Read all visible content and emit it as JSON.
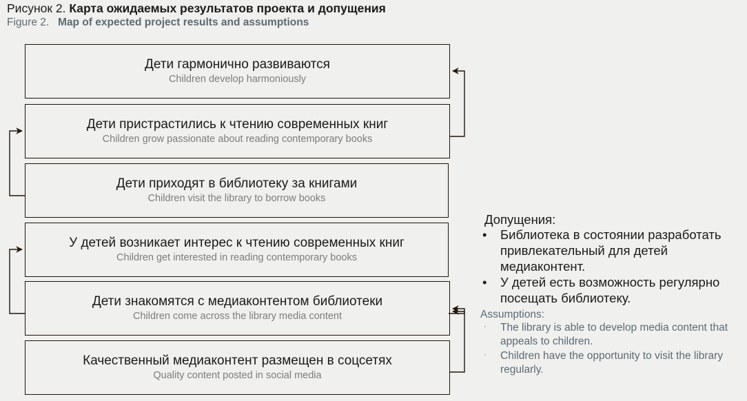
{
  "caption": {
    "ru_prefix": "Рисунок 2.",
    "ru_title": "Карта ожидаемых результатов проекта и допущения",
    "en_prefix": "Figure 2.",
    "en_title": "Map of expected project results and assumptions"
  },
  "colors": {
    "background": "#f0f0ee",
    "box_border": "#1d1208",
    "box_fill": "#f0f0ee",
    "ru_text": "#1a1a1a",
    "en_text": "#7c7c7c",
    "en_caption_text": "#5b6b74",
    "connector": "#231408"
  },
  "flow": {
    "nodes": [
      {
        "id": "node-1",
        "ru": "Дети гармонично развиваются",
        "en": "Children develop harmoniously"
      },
      {
        "id": "node-2",
        "ru": "Дети пристрастились к чтению современных книг",
        "en": "Children grow passionate about reading contemporary books"
      },
      {
        "id": "node-3",
        "ru": "Дети приходят в библиотеку за книгами",
        "en": "Children visit the library to borrow books"
      },
      {
        "id": "node-4",
        "ru": "У детей возникает интерес к чтению современных книг",
        "en": "Children get interested in reading contemporary books"
      },
      {
        "id": "node-5",
        "ru": "Дети знакомятся с медиаконтентом библиотеки",
        "en": "Children come across the library media content"
      },
      {
        "id": "node-6",
        "ru": "Качественный медиаконтент размещен в соцсетях",
        "en": "Quality content posted in social media"
      }
    ]
  },
  "assumptions": {
    "title_ru": "Допущения:",
    "bullet_ru": "•",
    "items_ru": [
      "Библиотека в состоянии разработать привлекательный для детей медиаконтент.",
      "У детей есть возможность регулярно посещать библиотеку."
    ],
    "title_en": "Assumptions:",
    "bullet_en": "·",
    "items_en": [
      "The library is able to develop media content that appeals to children.",
      "Children have the opportunity to visit the library regularly."
    ]
  }
}
